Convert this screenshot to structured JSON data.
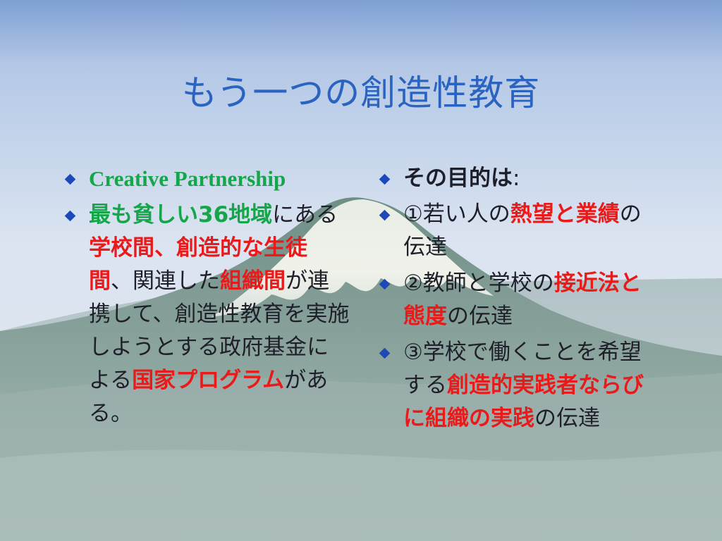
{
  "slide": {
    "title": "もう一つの創造性教育",
    "colors": {
      "title": "#2a63c0",
      "bullet": "#1d49b8",
      "green_emphasis": "#16a64a",
      "red_emphasis": "#e81a1a",
      "body_text": "#1f1f2a"
    },
    "background_icon": "mountain-fuji-illustration",
    "bullet_icon": "diamond-bullet-icon",
    "left_column": {
      "item1": {
        "text": "Creative Partnership"
      },
      "item2": {
        "seg1": "最も貧しい36地域",
        "seg2": "にある",
        "seg3": "学校間、創造的な生徒間",
        "seg4": "、関連した",
        "seg5": "組織間",
        "seg6": "が連携して、創造性教育を実施しようとする政府基金による",
        "seg7": "国家プログラム",
        "seg8": "がある。"
      }
    },
    "right_column": {
      "item1": {
        "text": "その目的は",
        "suffix": ":"
      },
      "item2": {
        "seg1": "①若い人の",
        "seg2": "熱望と業績",
        "seg3": "の伝達"
      },
      "item3": {
        "seg1": "②教師と学校の",
        "seg2": "接近法と態度",
        "seg3": "の伝達"
      },
      "item4": {
        "seg1": "③学校で働くことを希望する",
        "seg2": "創造的実践者ならびに組織の実践",
        "seg3": "の伝達"
      }
    }
  }
}
